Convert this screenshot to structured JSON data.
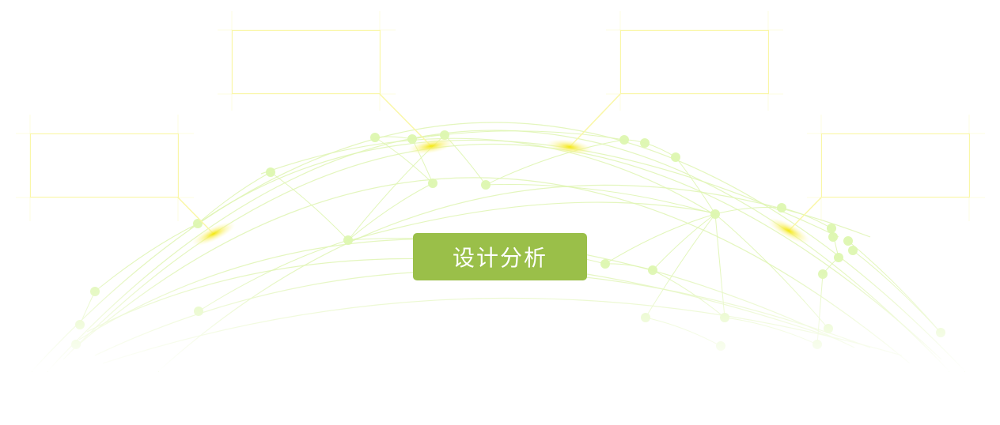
{
  "center_button": {
    "label": "设计分析"
  },
  "colors": {
    "button": "#9abf49",
    "network_line": "#dff5b3",
    "node": "#ddf7b0",
    "callout_line": "#faf7a8",
    "glow": "#fbf58a"
  },
  "callouts": [
    {
      "name": "callout-left",
      "label": ""
    },
    {
      "name": "callout-top-left",
      "label": ""
    },
    {
      "name": "callout-top-right",
      "label": ""
    },
    {
      "name": "callout-right",
      "label": ""
    }
  ]
}
